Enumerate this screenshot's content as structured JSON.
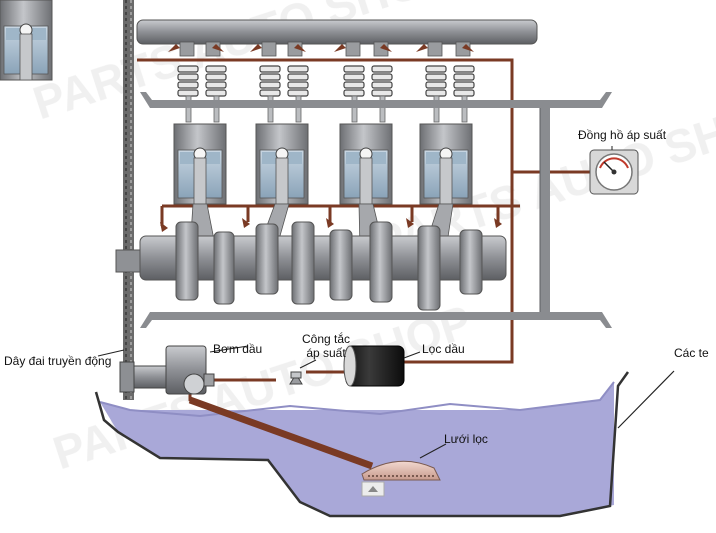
{
  "labels": {
    "gauge": "Đồng hồ áp suất",
    "belt": "Dây đai truyền động",
    "pump": "Bơm dầu",
    "switch_line1": "Công tắc",
    "switch_line2": "áp suất",
    "filter": "Lọc dầu",
    "sump": "Các te",
    "strainer": "Lưới lọc"
  },
  "watermark": "PARTS AUTO SHOP",
  "colors": {
    "oil_line": "#7a3a24",
    "metal": "#9a9ca0",
    "oil": "#a9a8d8",
    "outline": "#333333"
  }
}
